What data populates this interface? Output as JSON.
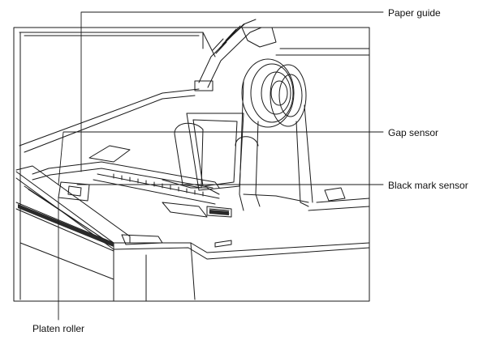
{
  "labels": {
    "paper_guide": "Paper guide",
    "gap_sensor": "Gap sensor",
    "black_mark_sensor": "Black mark sensor",
    "platen_roller": "Platen roller"
  },
  "colors": {
    "line": "#1a1a1a",
    "fill": "#ffffff",
    "shade": "#2a2a2a"
  }
}
